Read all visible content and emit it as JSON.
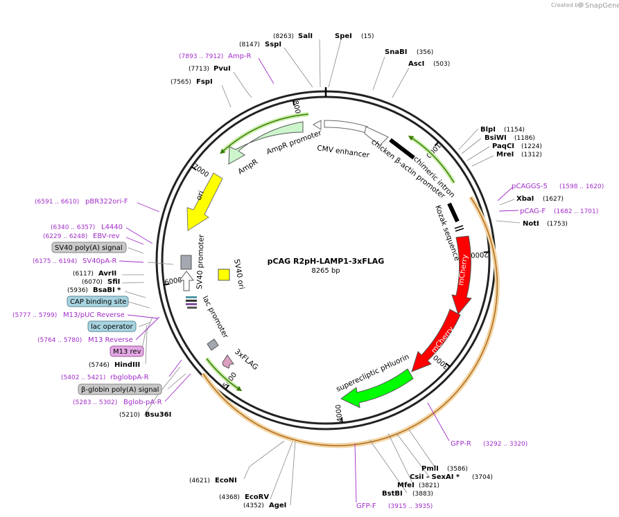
{
  "brand": {
    "created_by": "Created by",
    "name": "SnapGene"
  },
  "plasmid": {
    "name": "pCAG R2pH-LAMP1-3xFLAG",
    "length": "8265 bp"
  },
  "ring_ticks": [
    "1000",
    "2000",
    "3000",
    "4000",
    "5000",
    "6000",
    "7000",
    "8000"
  ],
  "enzymes": [
    {
      "name": "SalI",
      "pos": "(8263)"
    },
    {
      "name": "SpeI",
      "pos": "(15)"
    },
    {
      "name": "SspI",
      "pos": "(8147)"
    },
    {
      "name": "SnaBI",
      "pos": "(356)"
    },
    {
      "name": "AscI",
      "pos": "(503)"
    },
    {
      "name": "PvuI",
      "pos": "(7713)"
    },
    {
      "name": "FspI",
      "pos": "(7565)"
    },
    {
      "name": "BlpI",
      "pos": "(1154)"
    },
    {
      "name": "BsiWI",
      "pos": "(1186)"
    },
    {
      "name": "PaqCI",
      "pos": "(1224)"
    },
    {
      "name": "MreI",
      "pos": "(1312)"
    },
    {
      "name": "XbaI",
      "pos": "(1627)"
    },
    {
      "name": "NotI",
      "pos": "(1753)"
    },
    {
      "name": "AvrII",
      "pos": "(6117)"
    },
    {
      "name": "SfiI",
      "pos": "(6070)"
    },
    {
      "name": "BsaBI *",
      "pos": "(5936)"
    },
    {
      "name": "HindIII",
      "pos": "(5746)"
    },
    {
      "name": "Bsu36I",
      "pos": "(5210)"
    },
    {
      "name": "EcoNI",
      "pos": "(4621)"
    },
    {
      "name": "EcoRV",
      "pos": "(4368)"
    },
    {
      "name": "AgeI",
      "pos": "(4352)"
    },
    {
      "name": "PmlI",
      "pos": "(3586)"
    },
    {
      "name": "CsiI - SexAI *",
      "pos_a": "(3704)"
    },
    {
      "name": "MfeI",
      "pos": "(3821)"
    },
    {
      "name": "BstBI",
      "pos": "(3883)"
    }
  ],
  "primers": [
    {
      "name": "Amp-R",
      "range": "(7893 .. 7912)"
    },
    {
      "name": "pCAGGS-5",
      "range": "(1598 .. 1620)"
    },
    {
      "name": "pCAG-F",
      "range": "(1682 .. 1701)"
    },
    {
      "name": "pBR322ori-F",
      "range": "(6591 .. 6610)"
    },
    {
      "name": "L4440",
      "range": "(6340 .. 6357)"
    },
    {
      "name": "EBV-rev",
      "range": "(6229 .. 6248)"
    },
    {
      "name": "SV40pA-R",
      "range": "(6175 .. 6194)"
    },
    {
      "name": "M13/pUC Reverse",
      "range": "(5777 .. 5799)"
    },
    {
      "name": "M13 Reverse",
      "range": "(5764 .. 5780)"
    },
    {
      "name": "rbglobpA-R",
      "range": "(5402 .. 5421)"
    },
    {
      "name": "Bglob-pA-R",
      "range": "(5283 .. 5302)"
    },
    {
      "name": "GFP-R",
      "range": "(3292 .. 3320)"
    },
    {
      "name": "GFP-F",
      "range": "(3915 .. 3935)"
    }
  ],
  "feature_boxes": [
    "SV40 poly(A) signal",
    "CAP binding site",
    "lac operator",
    "M13 rev",
    "β-globin poly(A) signal"
  ],
  "features": [
    "CMV enhancer",
    "chicken β-actin promoter",
    "chimeric intron",
    "AmpR promoter",
    "AmpR",
    "ori",
    "SV40 promoter",
    "SV40 ori",
    "lac promoter",
    "3xFLAG",
    "Kozak sequence",
    "mCherry",
    "mCherry",
    "superecliptic pHluorin"
  ],
  "colors": {
    "backbone": "#222222",
    "primer": "#a02cc8",
    "ampr": "#ccf5cc",
    "ori": "#ffff00",
    "mcherry": "#ff0000",
    "phluorin": "#00ff00",
    "intron_green": "#66aa22",
    "orange_band": "#e8a040"
  }
}
